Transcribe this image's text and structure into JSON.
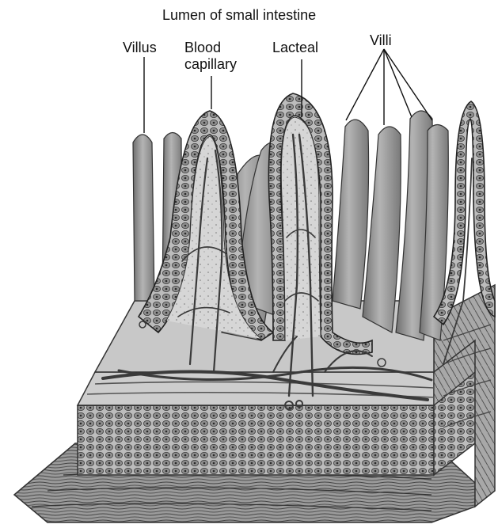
{
  "diagram": {
    "title": "Lumen of small intestine",
    "labels": {
      "villus": "Villus",
      "blood_capillary_line1": "Blood",
      "blood_capillary_line2": "capillary",
      "lacteal": "Lacteal",
      "villi": "Villi"
    }
  }
}
